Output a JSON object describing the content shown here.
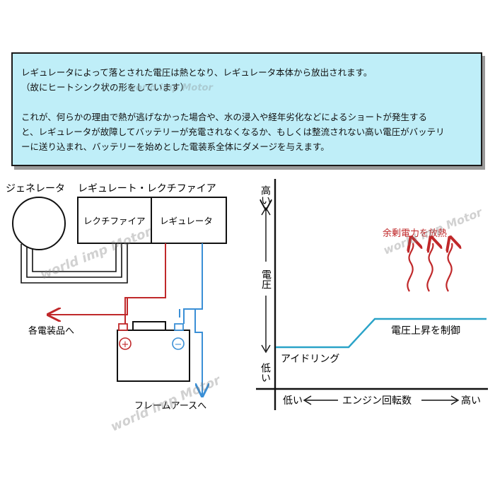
{
  "info": {
    "line1": "レギュレータによって落とされた電圧は熱となり、レギュレータ本体から放出されます。",
    "line2": "（故にヒートシンク状の形をしています）",
    "line3": "これが、何らかの理由で熱が逃げなかった場合や、水の浸入や経年劣化などによるショートが発生する",
    "line4": "と、レギュレータが故障してバッテリーが充電されなくなるか、もしくは整流されない高い電圧がバッテリ",
    "line5": "ーに送り込まれ、バッテリーを始めとした電装系全体にダメージを与えます。"
  },
  "circuit": {
    "generator_label": "ジェネレータ",
    "unit_label": "レギュレート・レクチファイア",
    "rectifier_label": "レクチファイア",
    "regulator_label": "レギュレータ",
    "to_accessories": "各電装品へ",
    "to_frame_ground": "フレームアースへ",
    "plus_symbol": "+",
    "minus_symbol": "−"
  },
  "graph": {
    "y_high": "高い",
    "y_mid": "電圧",
    "y_low": "低い",
    "x_low": "低い",
    "x_mid": "エンジン回転数",
    "x_high": "高い",
    "idle_label": "アイドリング",
    "regulated_label": "電圧上昇を制御",
    "heat_label": "余剰電力を放熱"
  },
  "watermark": "world imp Motor",
  "colors": {
    "info_bg": "#bfeef8",
    "positive_wire": "#c0282a",
    "negative_wire": "#3a8fd6",
    "voltage_line": "#2aa3c8",
    "heat": "#c0282a"
  }
}
